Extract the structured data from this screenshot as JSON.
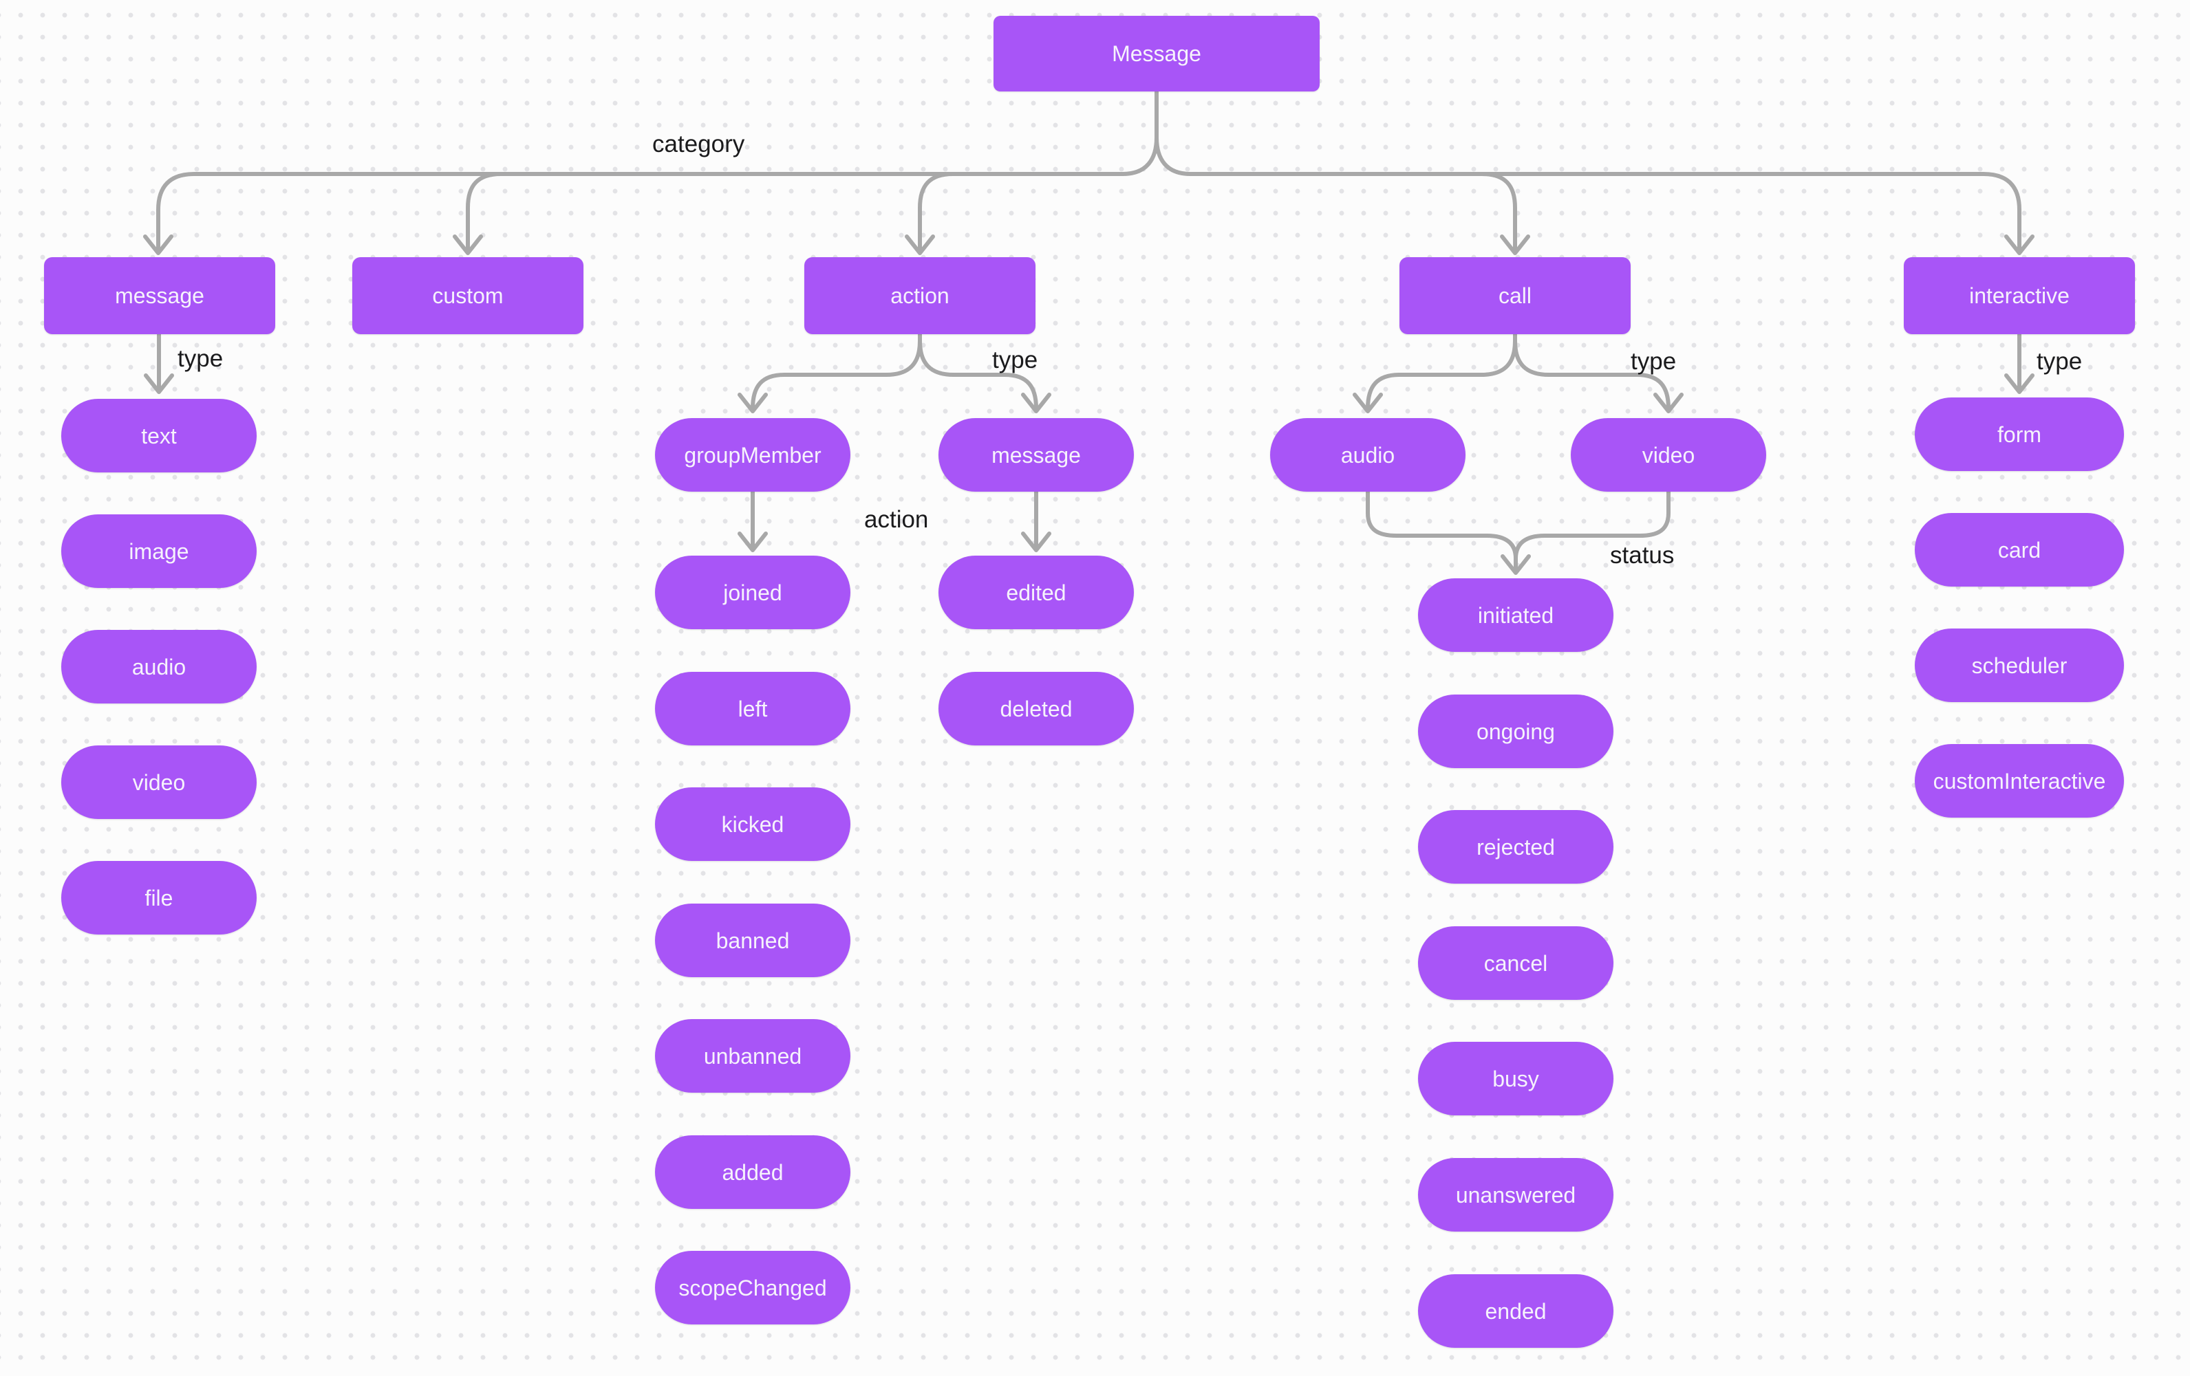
{
  "root": {
    "label": "Message"
  },
  "edge_labels": {
    "category": "category",
    "message_type": "type",
    "action_type": "type",
    "call_type": "type",
    "interactive_type": "type",
    "group_member_action": "action",
    "call_status": "status"
  },
  "categories": {
    "message": {
      "label": "message",
      "types": [
        "text",
        "image",
        "audio",
        "video",
        "file"
      ]
    },
    "custom": {
      "label": "custom"
    },
    "action": {
      "label": "action",
      "types": {
        "groupMember": {
          "label": "groupMember",
          "actions": [
            "joined",
            "left",
            "kicked",
            "banned",
            "unbanned",
            "added",
            "scopeChanged"
          ]
        },
        "message": {
          "label": "message",
          "actions": [
            "edited",
            "deleted"
          ]
        }
      }
    },
    "call": {
      "label": "call",
      "types": {
        "audio": {
          "label": "audio"
        },
        "video": {
          "label": "video"
        }
      },
      "statuses": [
        "initiated",
        "ongoing",
        "rejected",
        "cancel",
        "busy",
        "unanswered",
        "ended"
      ]
    },
    "interactive": {
      "label": "interactive",
      "types": [
        "form",
        "card",
        "scheduler",
        "customInteractive"
      ]
    }
  },
  "colors": {
    "node_fill": "#a855f7",
    "node_text": "#f6f2fc",
    "edge": "#a8a8a8",
    "edge_label_text": "#1b1b1d",
    "background": "#fcfcfc",
    "grid_dot": "#e3e3e6"
  }
}
